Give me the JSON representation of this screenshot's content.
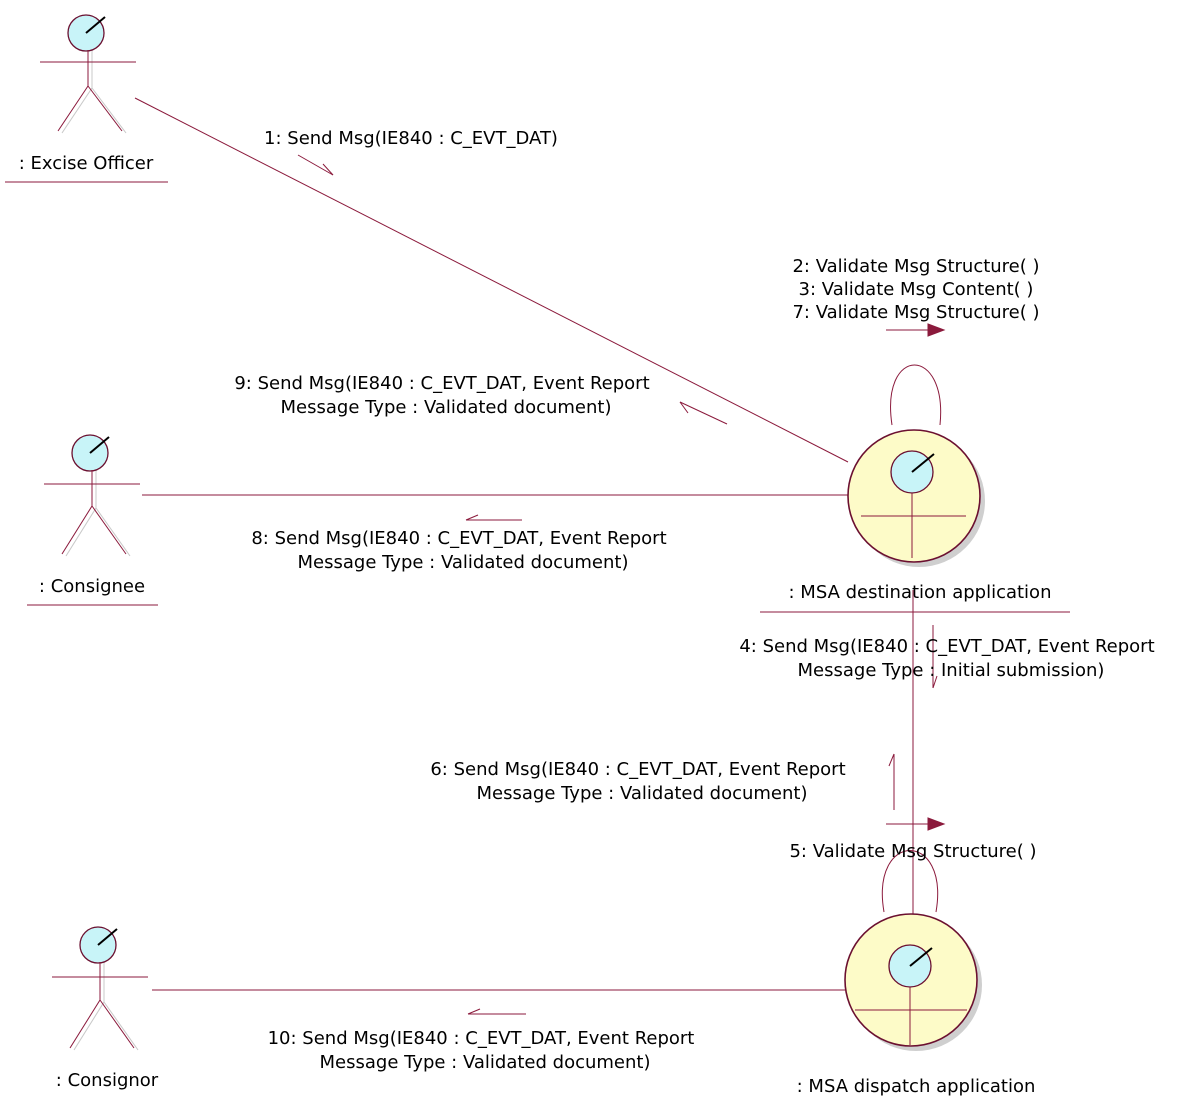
{
  "actors": {
    "excise_officer": ": Excise Officer",
    "consignee": ": Consignee",
    "consignor": ": Consignor"
  },
  "objects": {
    "msa_destination": ": MSA destination application",
    "msa_dispatch": ": MSA dispatch application"
  },
  "messages": {
    "m1": "1: Send Msg(IE840 : C_EVT_DAT)",
    "m2": "2: Validate Msg Structure( )",
    "m3": "3: Validate Msg Content( )",
    "m7": "7: Validate Msg Structure( )",
    "m9": [
      "9: Send Msg(IE840 : C_EVT_DAT, Event Report",
      "Message Type : Validated document)"
    ],
    "m8": [
      "8: Send Msg(IE840 : C_EVT_DAT, Event Report",
      "Message Type : Validated document)"
    ],
    "m4": [
      "4: Send Msg(IE840 : C_EVT_DAT, Event Report",
      "Message Type : Initial submission)"
    ],
    "m6": [
      "6: Send Msg(IE840 : C_EVT_DAT, Event Report",
      "Message Type : Validated document)"
    ],
    "m5": "5: Validate Msg Structure( )",
    "m10": [
      "10: Send Msg(IE840 : C_EVT_DAT, Event Report",
      "Message Type : Validated document)"
    ]
  },
  "colors": {
    "line": "#8b1a3c",
    "actor_head_fill": "#c8f4f8",
    "object_fill": "#fdfbc8"
  }
}
